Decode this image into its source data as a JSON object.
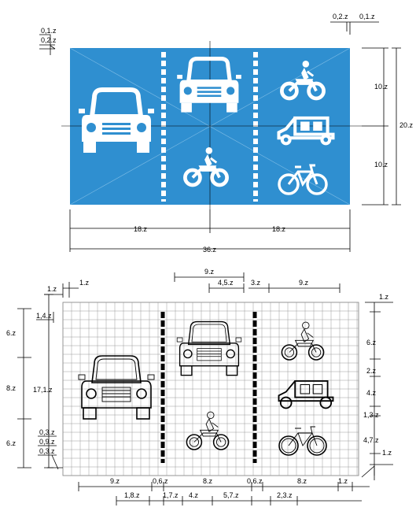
{
  "colors": {
    "sign_blue": "#2f8fd0",
    "symbol": "#ffffff",
    "grid": "#9a9a9a",
    "ink": "#000000"
  },
  "icons": {
    "car": "car-front-icon",
    "motorcycle": "motorcycle-rider-icon",
    "tricycle": "three-wheeler-icon",
    "bicycle": "bicycle-icon"
  },
  "top": {
    "left_corner": {
      "a": "0,1.z",
      "b": "0,2.z"
    },
    "right_corner": {
      "a": "0,2.z",
      "b": "0,1.z"
    },
    "right_dims": {
      "upper": "10.z",
      "total": "20.z",
      "lower": "10.z"
    },
    "bottom_dims": {
      "left": "18.z",
      "right": "18.z",
      "total": "36.z"
    }
  },
  "bottom": {
    "top_dims": {
      "wide": "9.z",
      "mid": "4,5.z",
      "small": "3.z",
      "right": "9.z"
    },
    "left_outer": {
      "top_margin": "1.z",
      "side": "1.z",
      "upper": "6.z",
      "mid": "8.z",
      "lower": "6.z",
      "total": "17,1.z"
    },
    "left_inner": {
      "a": "1,4.z",
      "b": "0,3.z",
      "c": "0,9.z",
      "d": "0,3.z"
    },
    "right_dims": {
      "top": "1.z",
      "a": "6.z",
      "b": "2.z",
      "c": "4.z",
      "d": "1,3.z",
      "e": "4,7.z",
      "f": "1.z"
    },
    "bottom_row1": {
      "a": "9.z",
      "b": "0,6.z",
      "c": "8.z",
      "d": "0,6.z",
      "e": "8.z",
      "f": "1.z"
    },
    "bottom_row2": {
      "a": "1,8.z",
      "b": "1,7.z",
      "c": "4.z",
      "d": "5,7.z",
      "e": "2,3.z"
    }
  }
}
